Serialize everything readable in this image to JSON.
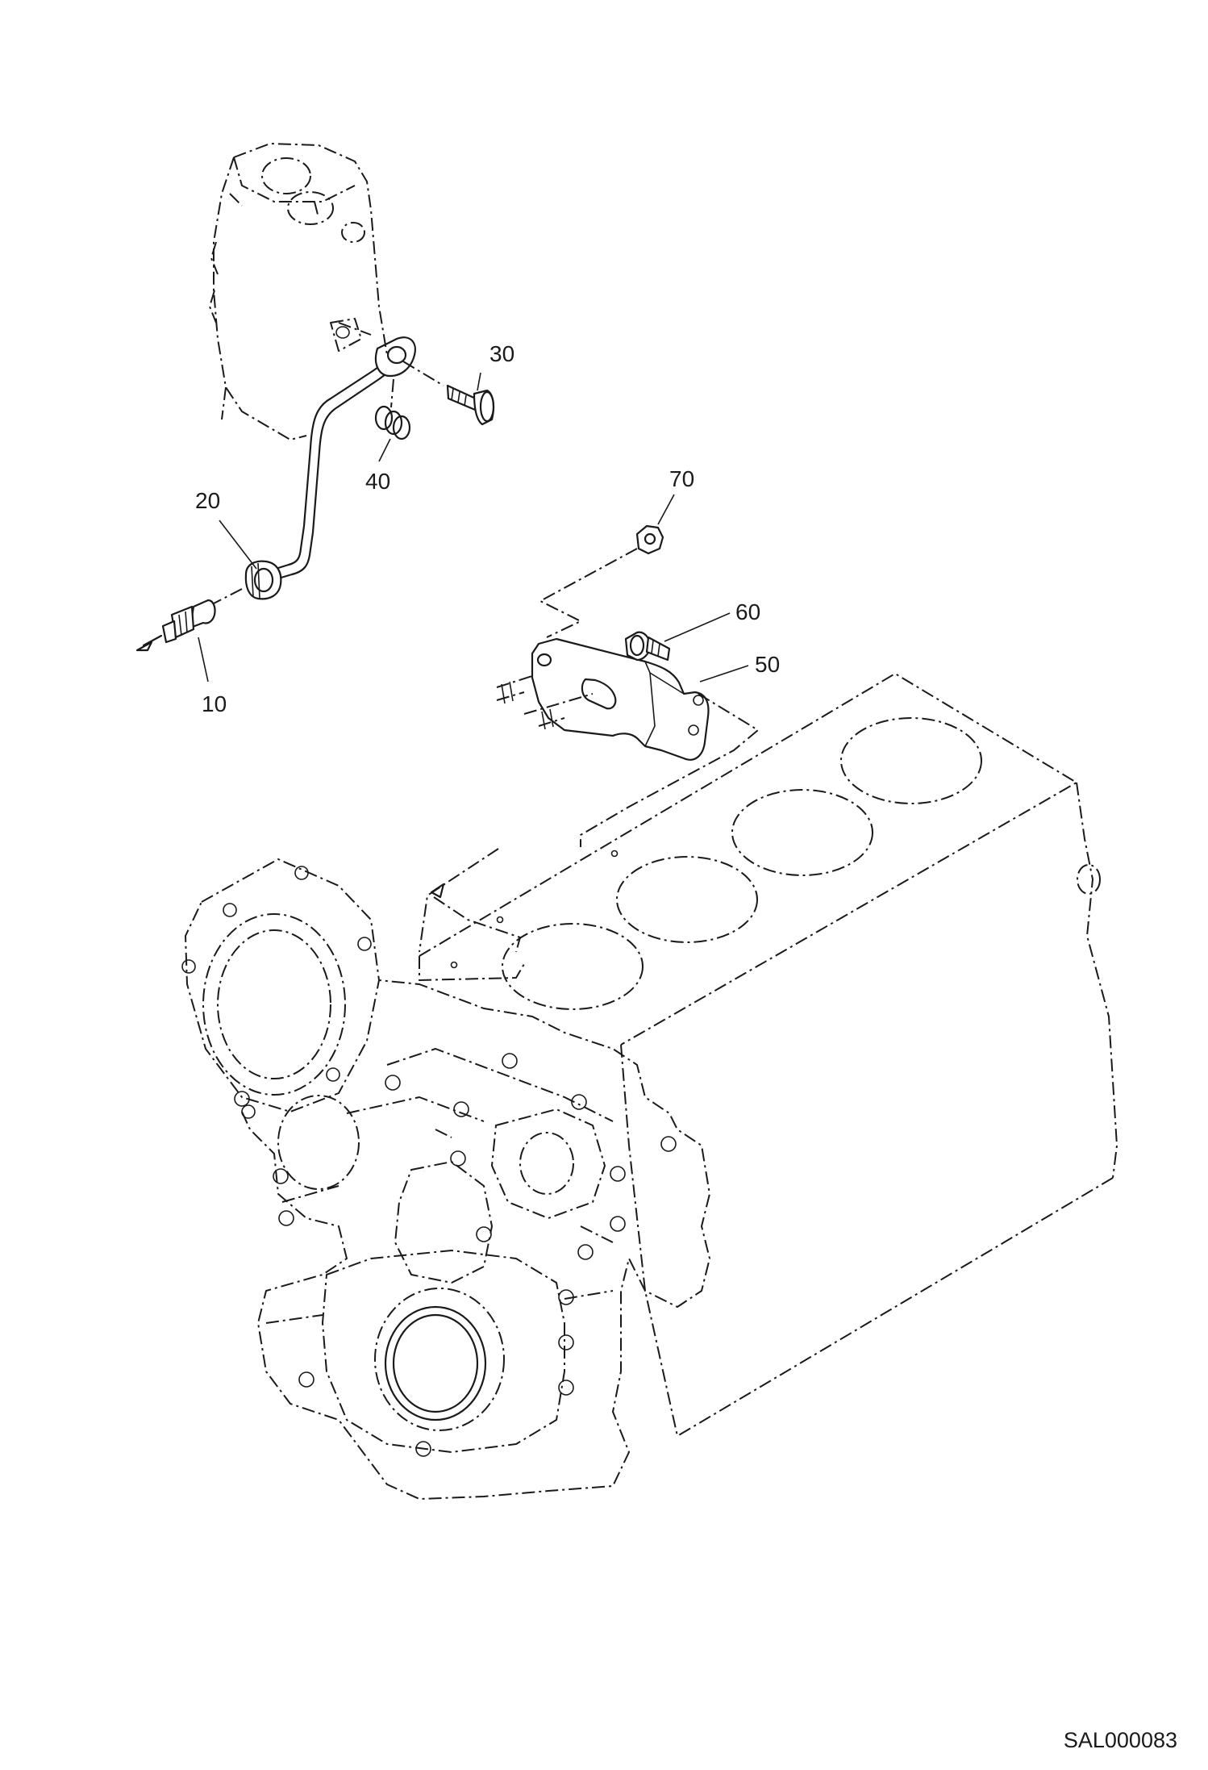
{
  "callouts": {
    "c10": "10",
    "c20": "20",
    "c30": "30",
    "c40": "40",
    "c50": "50",
    "c60": "60",
    "c70": "70"
  },
  "document_id": "SAL000083"
}
